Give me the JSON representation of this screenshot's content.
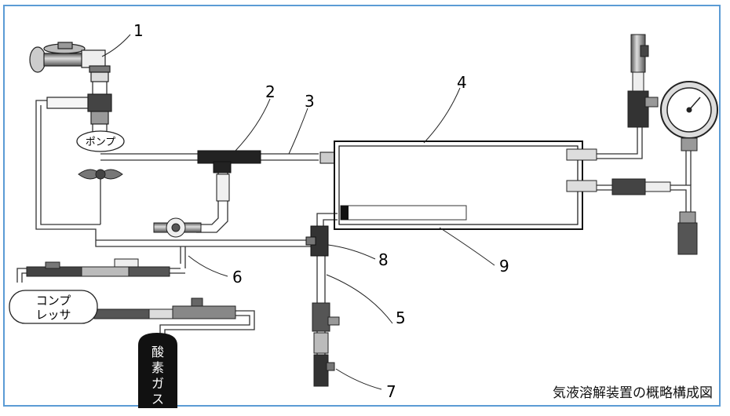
{
  "diagram": {
    "caption": "気液溶解装置の概略構成図",
    "labels": {
      "pump": "ポンプ",
      "compressor_line1": "コンプ",
      "compressor_line2": "レッサ",
      "oxygen_char1": "酸",
      "oxygen_char2": "素",
      "oxygen_char3": "ガ",
      "oxygen_char4": "ス"
    },
    "numbers": {
      "n1": "1",
      "n2": "2",
      "n3": "3",
      "n4": "4",
      "n5": "5",
      "n6": "6",
      "n7": "7",
      "n8": "8",
      "n9": "9"
    }
  }
}
